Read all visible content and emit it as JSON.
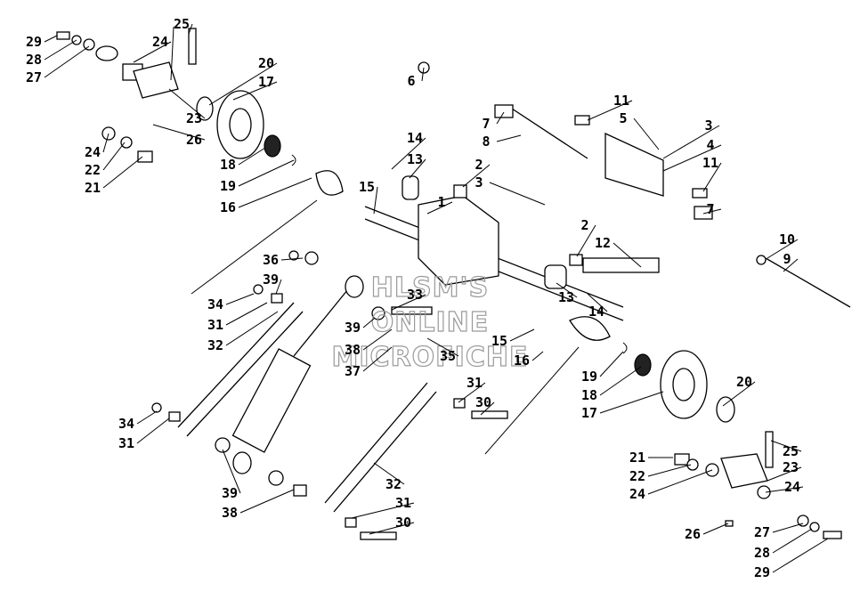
{
  "watermark": {
    "line1": "HLSM'S",
    "line2": "ONLINE",
    "line3": "MICROFICHE"
  },
  "callouts": [
    "29",
    "28",
    "27",
    "25",
    "24",
    "20",
    "17",
    "23",
    "26",
    "24",
    "22",
    "21",
    "18",
    "19",
    "16",
    "6",
    "7",
    "8",
    "11",
    "5",
    "3",
    "4",
    "11",
    "7",
    "14",
    "13",
    "2",
    "3",
    "1",
    "15",
    "2",
    "12",
    "10",
    "9",
    "36",
    "39",
    "33",
    "34",
    "31",
    "32",
    "39",
    "38",
    "37",
    "35",
    "15",
    "16",
    "13",
    "14",
    "19",
    "18",
    "17",
    "20",
    "31",
    "30",
    "34",
    "31",
    "39",
    "38",
    "32",
    "31",
    "30",
    "21",
    "22",
    "24",
    "23",
    "25",
    "24",
    "26",
    "27",
    "28",
    "29"
  ]
}
